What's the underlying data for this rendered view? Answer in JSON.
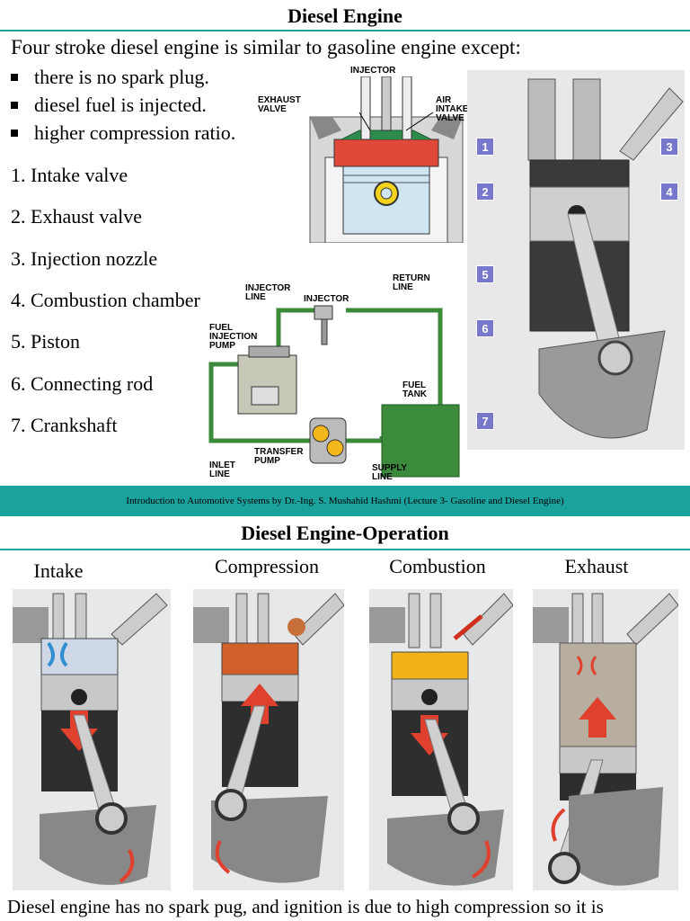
{
  "slide1": {
    "title": "Diesel Engine",
    "intro": "Four stroke diesel engine is similar to gasoline engine except:",
    "bullets": [
      "there is no spark plug.",
      "diesel fuel is injected.",
      "higher compression ratio."
    ],
    "parts": [
      "1. Intake valve",
      "2. Exhaust valve",
      "3. Injection nozzle",
      "4. Combustion chamber",
      "5. Piston",
      "6. Connecting rod",
      "7. Crankshaft"
    ],
    "head_labels": {
      "injector": "INJECTOR",
      "exhaust": "EXHAUST VALVE",
      "air": "AIR INTAKE VALVE"
    },
    "fuel_labels": {
      "injector_line": "INJECTOR LINE",
      "injector": "INJECTOR",
      "return_line": "RETURN LINE",
      "pump": "FUEL INJECTION PUMP",
      "tank": "FUEL TANK",
      "transfer": "TRANSFER PUMP",
      "inlet": "INLET LINE",
      "supply": "SUPPLY LINE"
    },
    "callouts": [
      "1",
      "2",
      "3",
      "4",
      "5",
      "6",
      "7"
    ]
  },
  "band": "Introduction to Automotive Systems by   Dr.-Ing. S. Mushahid Hashmi  (Lecture 3- Gasoline and Diesel Engine)",
  "slide2": {
    "title": "Diesel Engine-Operation",
    "strokes": [
      "Intake",
      "Compression",
      "Combustion",
      "Exhaust"
    ],
    "footer": "Diesel engine has no spark pug, and ignition is due to high compression so it is"
  },
  "colors": {
    "accent": "#1aa39c",
    "pipe": "#3a8a3a",
    "callout": "#7777cc"
  }
}
